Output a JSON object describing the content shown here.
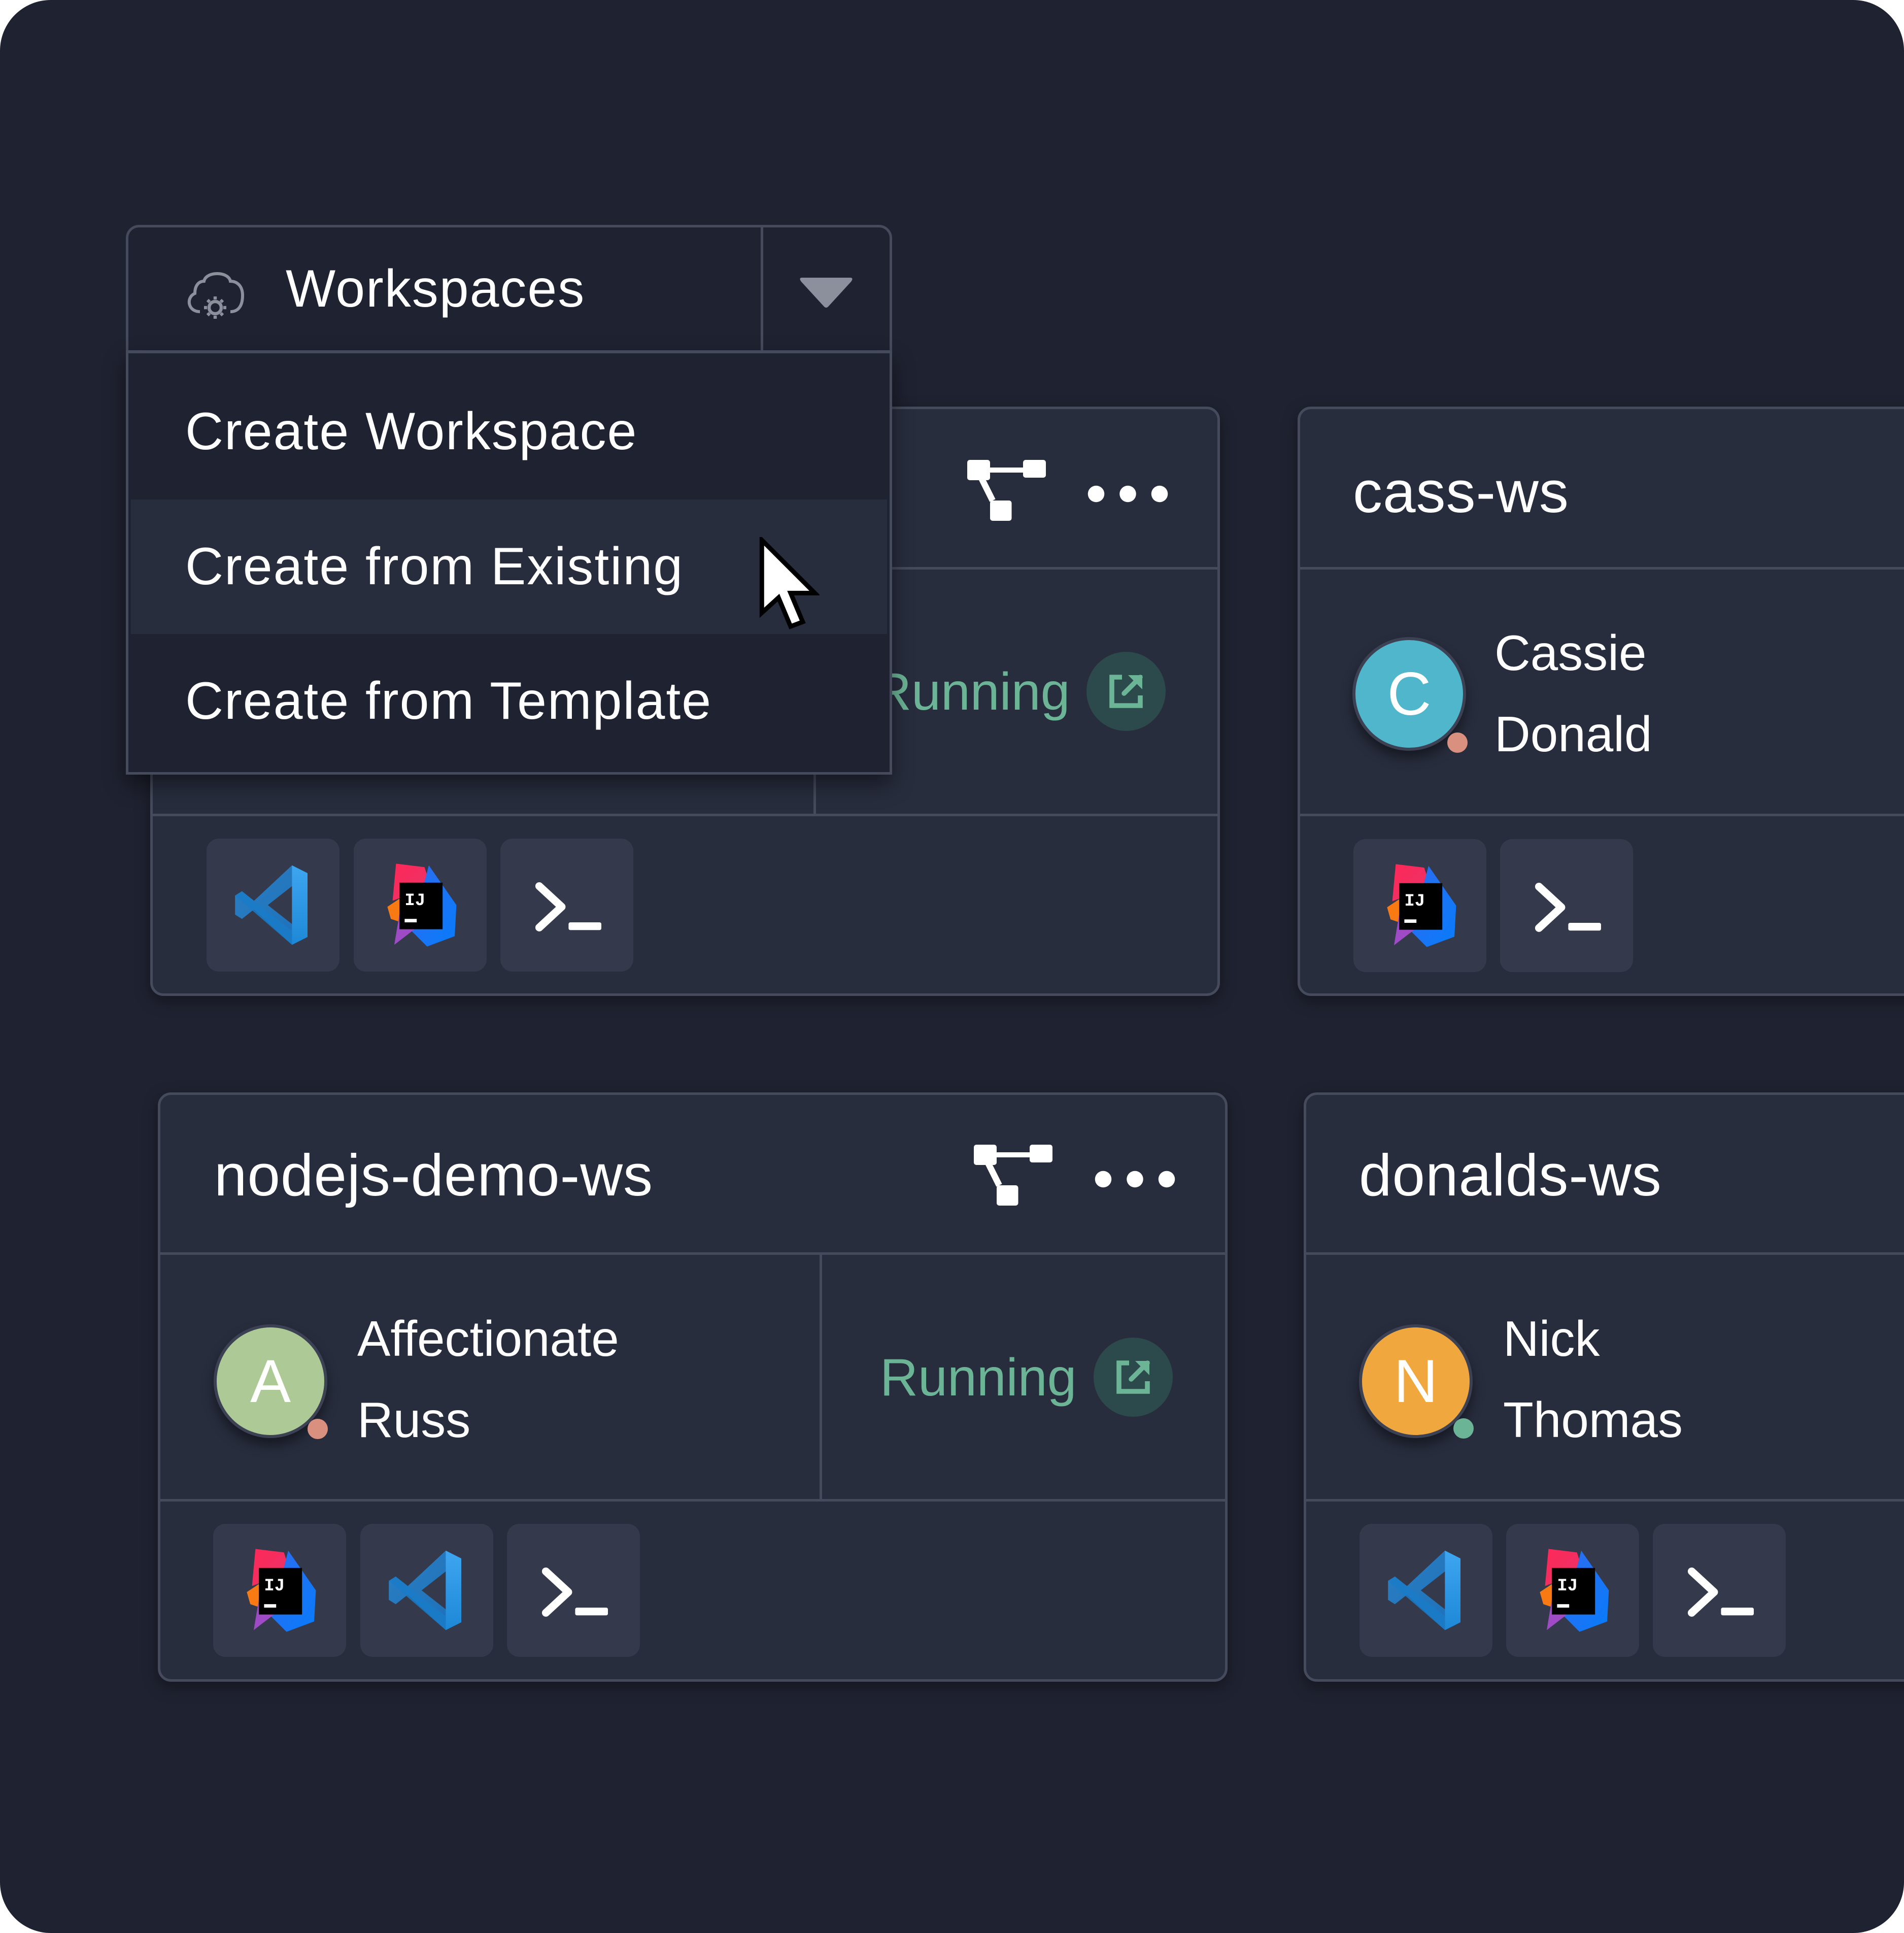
{
  "dropdown": {
    "label": "Workspaces",
    "icon": "cloud-gear-icon",
    "caret_icon": "caret-down-icon",
    "items": [
      {
        "label": "Create Workspace",
        "active": false
      },
      {
        "label": "Create from Existing",
        "active": true
      },
      {
        "label": "Create from Template",
        "active": false
      }
    ]
  },
  "cards": [
    {
      "title": "",
      "owner": {
        "first": "",
        "last": ""
      },
      "status": "Running",
      "tools": [
        "vscode",
        "intellij",
        "terminal"
      ]
    },
    {
      "title": "cass-ws",
      "owner": {
        "initial": "C",
        "first": "Cassie",
        "last": "Donald",
        "avatar_color": "#4fb6cc",
        "presence_color": "#d9907e"
      },
      "tools": [
        "intellij",
        "terminal"
      ]
    },
    {
      "title": "nodejs-demo-ws",
      "owner": {
        "initial": "A",
        "first": "Affectionate",
        "last": "Russ",
        "avatar_color": "#adc995",
        "presence_color": "#d9907e"
      },
      "status": "Running",
      "tools": [
        "intellij",
        "vscode",
        "terminal"
      ]
    },
    {
      "title": "donalds-ws",
      "owner": {
        "initial": "N",
        "first": "Nick",
        "last": "Thomas",
        "avatar_color": "#f0a83e",
        "presence_color": "#6cb496"
      },
      "tools": [
        "vscode",
        "intellij",
        "terminal"
      ]
    }
  ],
  "colors": {
    "background": "#1f2230",
    "card": "#282d3e",
    "border": "#454b5c",
    "tile": "#343a4b",
    "running_text": "#6cb496",
    "running_button_bg": "#2c4a4c",
    "muted_icon": "#8c909c"
  }
}
